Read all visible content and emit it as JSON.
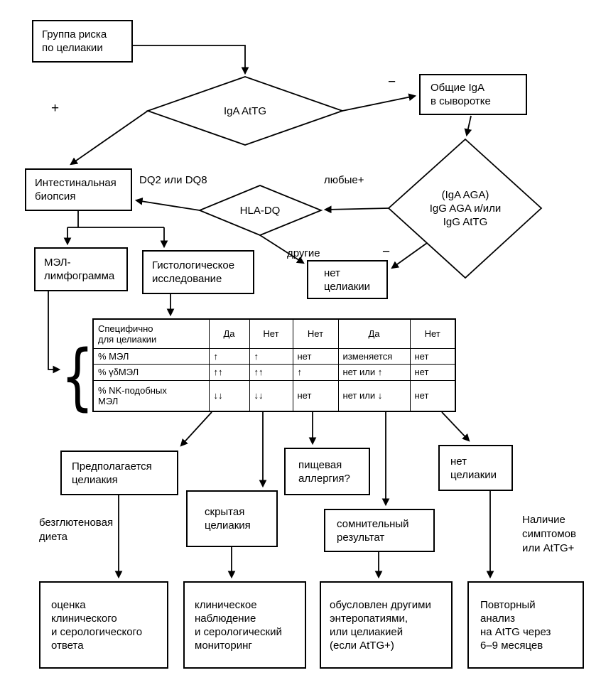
{
  "nodes": {
    "risk_group": {
      "label": "Группа риска\nпо целиакии"
    },
    "iga_attg": {
      "label": "IgA AtTG"
    },
    "total_iga": {
      "label": "Общие IgA\nв сыворотке"
    },
    "serology": {
      "label": "(IgA AGA)\nIgG AGA и/или\nIgG AtTG"
    },
    "hla_dq": {
      "label": "HLA-DQ"
    },
    "intestinal_biopsy": {
      "label": "Интестинальная\nбиопсия"
    },
    "no_celiac_mid": {
      "label": "нет\nцелиакии"
    },
    "mel_lymphogram": {
      "label": "МЭЛ-\nлимфограмма"
    },
    "histology": {
      "label": "Гистологическое\nисследование"
    },
    "presumed_celiac": {
      "label": "Предполагается\nцелиакия"
    },
    "latent_celiac": {
      "label": "скрытая\nцелиакия"
    },
    "food_allergy": {
      "label": "пищевая\nаллергия?"
    },
    "doubtful_result": {
      "label": "сомнительный\nрезультат"
    },
    "no_celiac_bottom": {
      "label": "нет\nцелиакии"
    },
    "response_assessment": {
      "label": "оценка\nклинического\nи серологического\nответа"
    },
    "clinical_monitoring": {
      "label": "клиническое\nнаблюдение\nи серологический\nмониторинг"
    },
    "other_enteropathies": {
      "label": "обусловлен другими\nэнтеропатиями,\nили целиакией\n(если AtTG+)"
    },
    "repeat_attg": {
      "label": "Повторный\nанализ\nна AtTG через\n6–9 месяцев"
    }
  },
  "edge_labels": {
    "plus": "+",
    "minus_top": "−",
    "dq2_dq8": "DQ2 или DQ8",
    "any_positive": "любые+",
    "other_alleles": "другие",
    "minus_serology": "−",
    "gluten_free_diet": "безглютеновая\nдиета",
    "symptoms_or_attg": "Наличие\nсимптомов\nили AtTG+"
  },
  "table": {
    "header": [
      "Специфично\nдля целиакии",
      "Да",
      "Нет",
      "Нет",
      "Да",
      "Нет"
    ],
    "rows": [
      [
        "% МЭЛ",
        "↑",
        "↑",
        "нет",
        "изменяется",
        "нет"
      ],
      [
        "% γδМЭЛ",
        "↑↑",
        "↑↑",
        "↑",
        "нет или ↑",
        "нет"
      ],
      [
        "% NK-подобных\nМЭЛ",
        "↓↓",
        "↓↓",
        "нет",
        "нет или ↓",
        "нет"
      ]
    ]
  },
  "brace": "{"
}
